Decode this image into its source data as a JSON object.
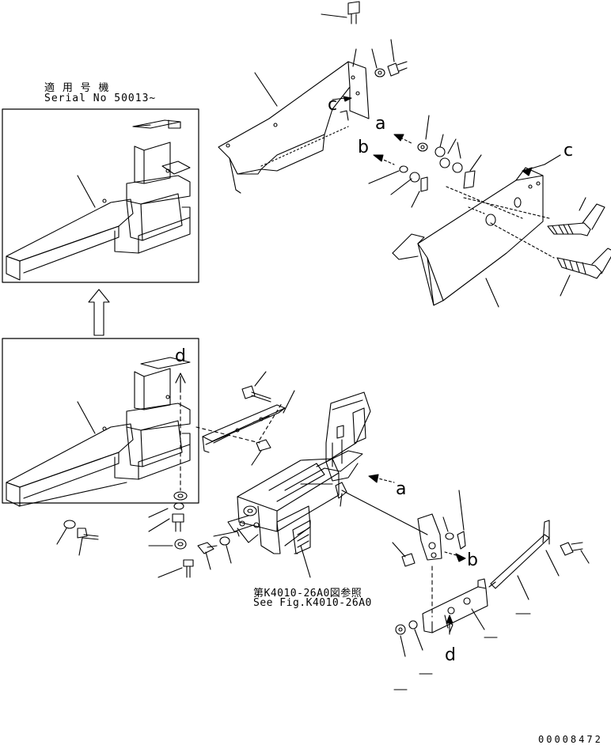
{
  "serial_note": {
    "line1": "適 用 号 機",
    "line2": "Serial No 50013~"
  },
  "callouts": {
    "a_top": "a",
    "b_top": "b",
    "c_top": "c",
    "c_right": "c",
    "d_left": "d",
    "a_mid": "a",
    "b_mid": "b",
    "d_bottom": "d"
  },
  "reference": {
    "jp": "第K4010-26A0図参照",
    "en": "See Fig.K4010-26A0"
  },
  "document_number": "00008472"
}
